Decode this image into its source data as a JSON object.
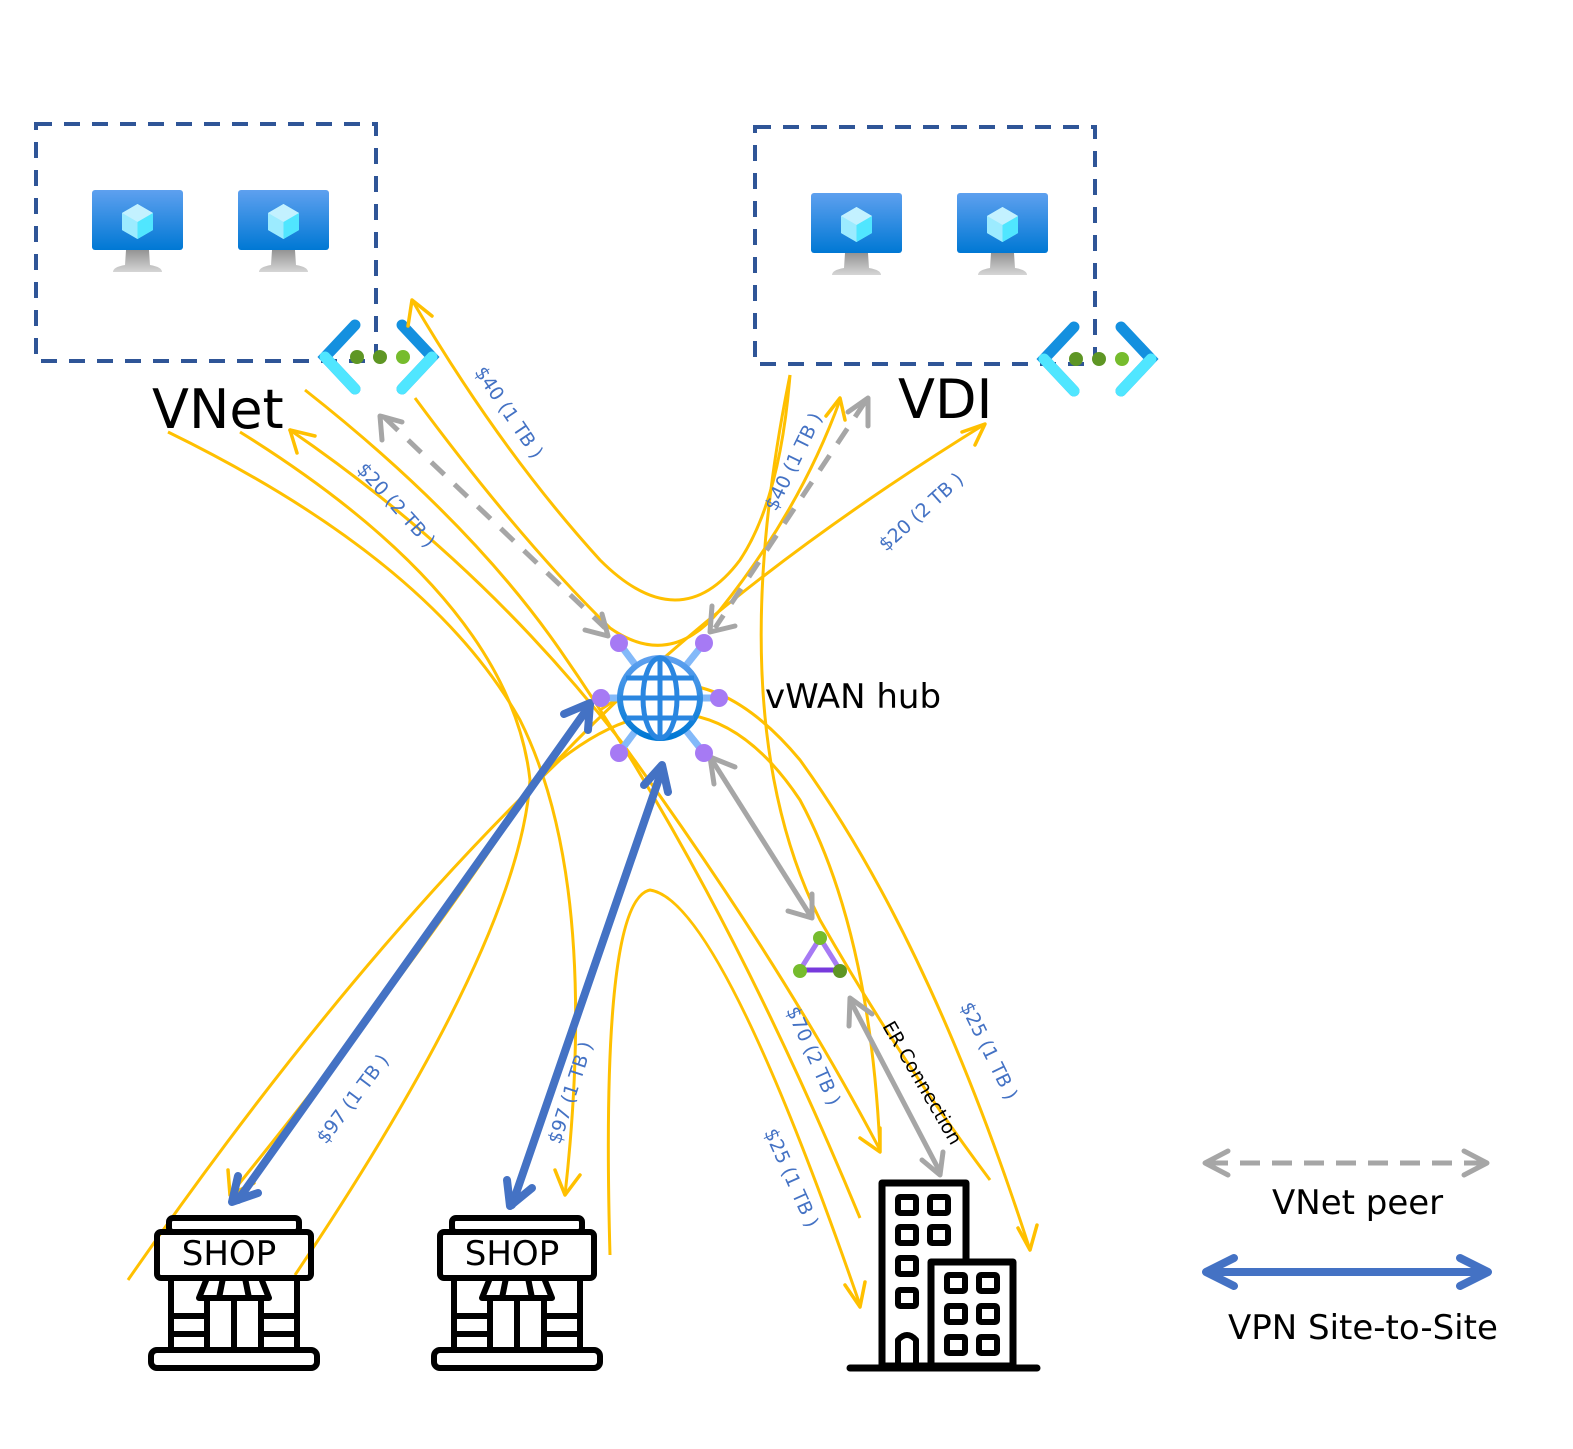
{
  "nodes": {
    "vnet": {
      "label": "VNet"
    },
    "vdi": {
      "label": "VDI"
    },
    "hub": {
      "label": "vWAN hub"
    },
    "shop1": {
      "label": "SHOP"
    },
    "shop2": {
      "label": "SHOP"
    },
    "er_connection": {
      "label": "ER Connection"
    }
  },
  "cost_labels": {
    "vnet_hub_out": "$40 (1 TB )",
    "vnet_hub_in": "$20 (2 TB )",
    "vdi_hub_out": "$40 (1 TB )",
    "vdi_hub_in": "$20 (2 TB )",
    "shop1_vpn": "$97 (1 TB )",
    "shop2_vpn": "$97 (1 TB )",
    "datacenter_70": "$70 (2 TB )",
    "datacenter_25a": "$25 (1 TB )",
    "datacenter_25b": "$25 (1 TB )"
  },
  "legend": {
    "items": [
      {
        "label": "VNet peer",
        "style": "dashed-gray-double-arrow"
      },
      {
        "label": "VPN Site-to-Site",
        "style": "solid-blue-double-arrow"
      }
    ]
  },
  "colors": {
    "traffic_flow": "#ffc000",
    "vnet_peer": "#a6a6a6",
    "vpn": "#4472c4",
    "cost_text": "#4472c4",
    "vnet_boundary": "#2f5597"
  }
}
